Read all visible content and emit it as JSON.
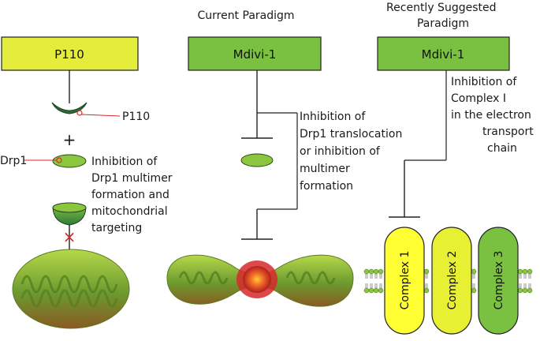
{
  "panels": {
    "left": {
      "box_label": "P110",
      "p110_label": "P110",
      "plus_sign": "+",
      "drp1_label": "Drp1",
      "note_lines": [
        "Inhibition of",
        "Drp1 multimer",
        "formation and",
        "mitochondrial",
        "targeting"
      ],
      "block_mark": "×"
    },
    "middle": {
      "title": "Current Paradigm",
      "box_label": "Mdivi-1",
      "note_lines": [
        "Inhibition of",
        "Drp1 translocation",
        "or inhibition of",
        "multimer",
        "formation"
      ]
    },
    "right": {
      "title_lines": [
        "Recently Suggested",
        "Paradigm"
      ],
      "box_label": "Mdivi-1",
      "note_lines": [
        "Inhibition of",
        "Complex I",
        "in the electron",
        "transport",
        "chain"
      ],
      "complexes": [
        {
          "label": "Complex 1",
          "color": "#ffff33"
        },
        {
          "label": "Complex 2",
          "color": "#e8f033"
        },
        {
          "label": "Complex 3",
          "color": "#7ac142"
        }
      ]
    }
  },
  "colors": {
    "yellow_box": "#e4ed3c",
    "green_box": "#7ac142",
    "drp1_green": "#8cc63f",
    "inhibitor_red": "#d7292a",
    "membrane_green": "#8cc63f"
  },
  "icons": [
    "p110-cup-icon",
    "drp1-oval-icon",
    "drp1-dome-icon",
    "mitochondrion-icon",
    "constricted-mitochondrion-icon",
    "membrane-icon"
  ]
}
